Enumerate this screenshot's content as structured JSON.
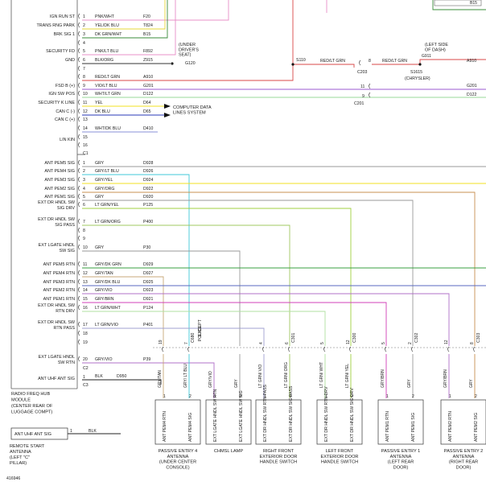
{
  "colors": {
    "PNK/WHT": "#e890c8",
    "YEL/DK BLU": "#e7d83a",
    "DK GRN/WHT": "#3a8c3a",
    "PNK/LT BLU": "#e890c8",
    "BLK/ORG": "#444444",
    "RED/LT GRN": "#d84848",
    "VIO/LT BLU": "#9b59d0",
    "WHT/LT GRN": "#9ad89a",
    "YEL": "#f0e020",
    "DK BLU": "#2a3ab8",
    "WHT/DK BLU": "#8890d8",
    "GRY": "#9a9a9a",
    "GRY/LT BLU": "#8ab0d0",
    "GRY/YEL": "#c8b850",
    "GRY/ORG": "#c89050",
    "LT GRN/YEL": "#a0d040",
    "LT GRN/ORG": "#a0c860",
    "GRY/DK GRN": "#3aa040",
    "GRY/TAN": "#c8a878",
    "GRY/DK BLU": "#5a6ac0",
    "GRY/VIO": "#b070c8",
    "GRY/BRN": "#d040b8",
    "LT GRN/WHT": "#b0e0a0",
    "LT GRN/VIO": "#a0a0d0",
    "CYAN": "#40c8d8",
    "FRAME": "#5a5a5a"
  },
  "module": {
    "c2_pins": [
      {
        "name": "IGN RUN ST",
        "pin": "1",
        "wire": "PNK/WHT",
        "circuit": "F20"
      },
      {
        "name": "TRANS RNG PARK",
        "pin": "2",
        "wire": "YEL/DK BLU",
        "circuit": "T824"
      },
      {
        "name": "BRK SIG 1",
        "pin": "3",
        "wire": "DK GRN/WHT",
        "circuit": "B15"
      },
      {
        "name": "",
        "pin": "4",
        "wire": "",
        "circuit": ""
      },
      {
        "name": "SECURITY FD",
        "pin": "5",
        "wire": "PNK/LT BLU",
        "circuit": "F892"
      },
      {
        "name": "GND",
        "pin": "6",
        "wire": "BLK/ORG",
        "circuit": "Z915"
      },
      {
        "name": "",
        "pin": "7",
        "wire": "",
        "circuit": ""
      },
      {
        "name": "",
        "pin": "8",
        "wire": "RED/LT GRN",
        "circuit": "A910"
      },
      {
        "name": "FSD B (+)",
        "pin": "9",
        "wire": "VIO/LT BLU",
        "circuit": "G201"
      },
      {
        "name": "IGN SW POS",
        "pin": "10",
        "wire": "WHT/LT GRN",
        "circuit": "D122"
      },
      {
        "name": "SECURITY K LINE",
        "pin": "11",
        "wire": "YEL",
        "circuit": "D64"
      },
      {
        "name": "CAN C (-)",
        "pin": "12",
        "wire": "DK BLU",
        "circuit": "D65"
      },
      {
        "name": "CAN C (+)",
        "pin": "13",
        "wire": "",
        "circuit": ""
      },
      {
        "name": "",
        "pin": "14",
        "wire": "WHT/DK BLU",
        "circuit": "D410"
      },
      {
        "name": "LIN KIN",
        "pin": "15",
        "wire": "",
        "circuit": ""
      },
      {
        "name": "",
        "pin": "16",
        "wire": "",
        "circuit": ""
      }
    ],
    "c1_label": "C1",
    "c1_pins": [
      {
        "name": "ANT PEM5 SIG",
        "pin": "1",
        "wire": "GRY",
        "circuit": "D928"
      },
      {
        "name": "ANT PEM4 SIG",
        "pin": "2",
        "wire": "GRY/LT BLU",
        "circuit": "D926"
      },
      {
        "name": "ANT PEM3 SIG",
        "pin": "3",
        "wire": "GRY/YEL",
        "circuit": "D924"
      },
      {
        "name": "ANT PEM2 SIG",
        "pin": "4",
        "wire": "GRY/ORG",
        "circuit": "D922"
      },
      {
        "name": "ANT PEM1 SIG",
        "pin": "5",
        "wire": "GRY",
        "circuit": "D920"
      },
      {
        "name": "EXT DR HNDL SW SIG DRV",
        "pin": "6",
        "wire": "LT GRN/YEL",
        "circuit": "P125"
      },
      {
        "name": "EXT DR HNDL SW SIG PASS",
        "pin": "7",
        "wire": "LT GRN/ORG",
        "circuit": "P400"
      },
      {
        "name": "",
        "pin": "8",
        "wire": "",
        "circuit": ""
      },
      {
        "name": "",
        "pin": "9",
        "wire": "",
        "circuit": ""
      },
      {
        "name": "EXT LGATE HNDL SW SIG",
        "pin": "10",
        "wire": "GRY",
        "circuit": "P30"
      },
      {
        "name": "ANT PEM5 RTN",
        "pin": "11",
        "wire": "GRY/DK GRN",
        "circuit": "D929"
      },
      {
        "name": "ANT PEM4 RTN",
        "pin": "12",
        "wire": "GRY/TAN",
        "circuit": "D927"
      },
      {
        "name": "ANT PEM3 RTN",
        "pin": "13",
        "wire": "GRY/DK BLU",
        "circuit": "D925"
      },
      {
        "name": "ANT PEM2 RTN",
        "pin": "14",
        "wire": "GRY/VIO",
        "circuit": "D923"
      },
      {
        "name": "ANT PEM1 RTN",
        "pin": "15",
        "wire": "GRY/BRN",
        "circuit": "D921"
      },
      {
        "name": "EXT DR HNDL SW RTN DRV",
        "pin": "16",
        "wire": "LT GRN/WHT",
        "circuit": "P124"
      },
      {
        "name": "EXT DR HNDL SW RTN PASS",
        "pin": "17",
        "wire": "LT GRN/VIO",
        "circuit": "P401"
      },
      {
        "name": "",
        "pin": "18",
        "wire": "",
        "circuit": ""
      },
      {
        "name": "",
        "pin": "19",
        "wire": "",
        "circuit": ""
      },
      {
        "name": "EXT LGATE HNDL SW RTN",
        "pin": "20",
        "wire": "GRY/VIO",
        "circuit": "P39"
      }
    ],
    "c2_row": {
      "pin": "C2",
      "name": "ANT UHF ANT SIG"
    },
    "c3_row": {
      "pin": "1",
      "wire": "BLK",
      "circuit": "D950",
      "connector": "C3"
    },
    "title_lines": [
      "RADIO FREQ HUB",
      "MODULE",
      "(CENTER REAR OF",
      "LUGGAGE COMPT)"
    ]
  },
  "labels": {
    "under_drivers_seat": [
      "(UNDER",
      "DRIVER'S",
      "SEAT)"
    ],
    "g120": "G120",
    "s110": "S110",
    "red_lt_grn_1": "RED/LT GRN",
    "red_lt_grn_2": "RED/LT GRN",
    "c203_pin": "8",
    "c203": "C203",
    "s1615": "S1615",
    "chrysler": "(CHRYSLER)",
    "left_side_dash": [
      "(LEFT SIDE",
      "OF DASH)"
    ],
    "g911": "G911",
    "a910": "A910",
    "b15": "B15",
    "g201": "G201",
    "d122": "D122",
    "c201_11": "11",
    "c201_9": "9",
    "c201": "C201",
    "computer_data": [
      "COMPUTER DATA",
      "LINES SYSTEM"
    ],
    "except_police": [
      "EXCEPT",
      "POLICE"
    ],
    "c680": "C680",
    "c301": "C301",
    "c300": "C300",
    "c302": "C302",
    "c303": "C303",
    "figure_id": "416946",
    "remote_start_antenna": [
      "REMOTE START",
      "ANTENNA",
      "(LEFT \"C\"",
      "PILLAR)"
    ],
    "ant_uhf_ant_sig": "ANT UHF ANT SIG",
    "remote_pin": "1",
    "remote_wire": "BLK"
  },
  "components": [
    {
      "id": "pe4",
      "caption": [
        "PASSIVE ENTRY 4",
        "ANTENNA",
        "(UNDER CENTER",
        "CONSOLE)"
      ],
      "pins": [
        {
          "n": "1",
          "wire": "GRY/TAN",
          "name": "ANT PEM4 RTN"
        },
        {
          "n": "2",
          "wire": "GRY/ LT BLU",
          "name": "ANT PEM4 SIG"
        }
      ]
    },
    {
      "id": "chmsl",
      "caption": [
        "CHMSL LAMP"
      ],
      "pins": [
        {
          "n": "1",
          "wire": "GRY/VIO",
          "name": "EXT LGATE HNDL SW RTN"
        },
        {
          "n": "2",
          "wire": "GRY",
          "name": "EXT LGATE HNDL SW SIG"
        }
      ]
    },
    {
      "id": "rf",
      "caption": [
        "RIGHT FRONT",
        "EXTERIOR DOOR",
        "HANDLE SWITCH"
      ],
      "pins": [
        {
          "n": "1",
          "wire": "LT GRN/ VIO",
          "name": "EXT DR HNDL SW RTN PASS"
        },
        {
          "n": "2",
          "wire": "LT GRN/ ORG",
          "name": "EXT DR HNDL SW SIG PASS"
        }
      ]
    },
    {
      "id": "lf",
      "caption": [
        "LEFT FRONT",
        "EXTERIOR DOOR",
        "HANDLE SWITCH"
      ],
      "pins": [
        {
          "n": "1",
          "wire": "LT GRN/ WHT",
          "name": "EXT DR HNDL SW RTN DRV"
        },
        {
          "n": "2",
          "wire": "LT GRN/ YEL",
          "name": "EXT DR HNDL SW SIG DRV"
        }
      ]
    },
    {
      "id": "pe1",
      "caption": [
        "PASSIVE ENTRY 1",
        "ANTENNA",
        "(LEFT REAR",
        "DOOR)"
      ],
      "pins": [
        {
          "n": "1",
          "wire": "GRY/BRN",
          "name": "ANT PEM1 RTN"
        },
        {
          "n": "2",
          "wire": "GRY",
          "name": "ANT PEM1 SIG"
        }
      ]
    },
    {
      "id": "pe2",
      "caption": [
        "PASSIVE ENTRY 2",
        "ANTENNA",
        "(RIGHT REAR",
        "DOOR)"
      ],
      "pins": [
        {
          "n": "1",
          "wire": "GRY/BRN",
          "name": "ANT PEM2 RTN"
        },
        {
          "n": "2",
          "wire": "GRY",
          "name": "ANT PEM2 SIG"
        }
      ]
    }
  ],
  "connector_pins": {
    "c680": [
      "19",
      "7"
    ],
    "c301": [
      "4",
      "6"
    ],
    "c300": [
      "5",
      "12"
    ],
    "c302": [
      "5",
      "2"
    ],
    "c303": [
      "12",
      "8"
    ]
  }
}
